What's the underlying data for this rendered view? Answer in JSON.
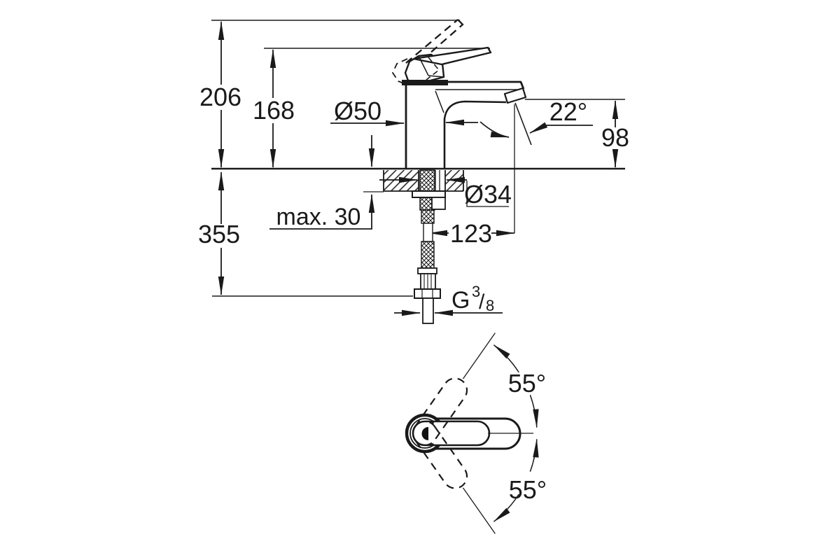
{
  "drawing": {
    "title": "faucet technical dimension drawing",
    "product": "single-lever basin mixer, smooth body, flexible connection hose",
    "line_color": "#1a1a1a",
    "background_color": "#ffffff",
    "views": [
      "front elevation with installation dimensions",
      "top view of handle swivel range"
    ]
  },
  "front_view": {
    "total_height": "206",
    "handle_height": "168",
    "body_diameter": "Ø50",
    "aerator_angle": "22°",
    "spout_height": "98",
    "below_deck_length": "355",
    "deck_thickness": "max. 30",
    "hole_diameter": "Ø34",
    "spout_reach": "123",
    "thread": {
      "letter": "G",
      "numerator": "3",
      "slash": "/",
      "denominator": "8"
    }
  },
  "top_view": {
    "handle_swing_upper": "55°",
    "handle_swing_lower": "55°"
  }
}
